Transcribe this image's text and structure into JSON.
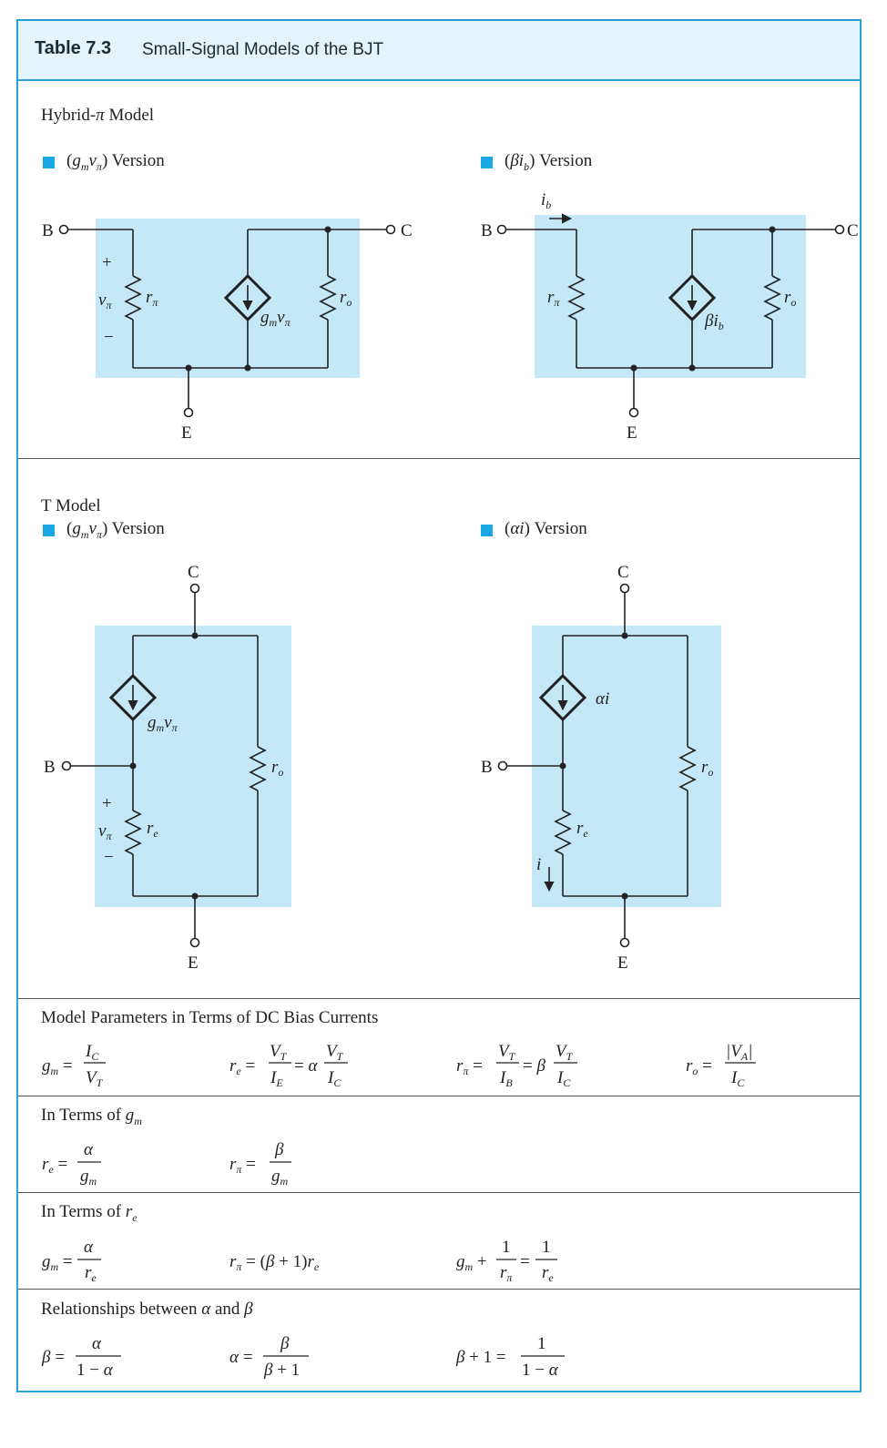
{
  "table": {
    "number": "Table 7.3",
    "title": "Small-Signal Models of the BJT"
  },
  "hybrid": {
    "heading": "Hybrid-π Model",
    "left_version": "(g_m v_π) Version",
    "right_version": "(βi_b) Version"
  },
  "tmodel": {
    "heading": "T Model",
    "left_version": "(g_m v_π) Version",
    "right_version": "(αi) Version"
  },
  "terminals": {
    "base": "B",
    "collector": "C",
    "emitter": "E"
  },
  "params": {
    "heading": "Model Parameters in Terms of DC Bias Currents"
  },
  "gm_section": {
    "heading": "In Terms of g_m"
  },
  "re_section": {
    "heading": "In Terms of r_e"
  },
  "ab_section": {
    "heading": "Relationships between α and β"
  },
  "colors": {
    "accent": "#2a9fd8",
    "shade": "#c5e8f8",
    "bullet": "#1aa7e6"
  }
}
